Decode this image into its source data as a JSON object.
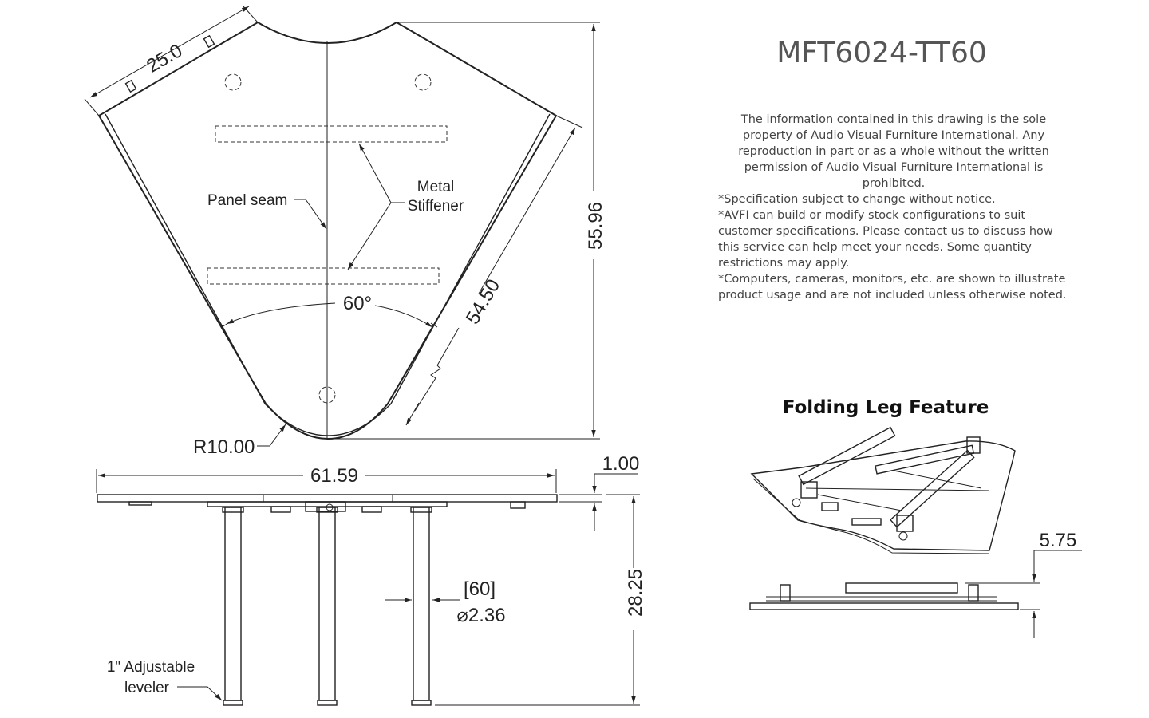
{
  "title": "MFT6024-TT60",
  "notes": {
    "property": "The information contained in this drawing is the sole property of Audio Visual Furniture International. Any reproduction in part or as a whole without the written permission of Audio Visual Furniture International is prohibited.",
    "spec": "*Specification subject to change without notice.",
    "custom": "*AVFI can build or modify stock configurations to suit customer specifications. Please contact us to discuss how this service can help meet your needs. Some quantity restrictions may apply.",
    "usage": "*Computers, cameras, monitors, etc. are shown to illustrate product usage and are not included unless otherwise noted."
  },
  "top_view": {
    "dim_top_edge": "25.0",
    "dim_height": "55.96",
    "dim_side": "54.50",
    "angle": "60°",
    "radius": "R10.00",
    "panel_seam_label": "Panel seam",
    "stiffener_label_line1": "Metal",
    "stiffener_label_line2": "Stiffener"
  },
  "front_view": {
    "dim_width": "61.59",
    "dim_top_thickness": "1.00",
    "dim_height": "28.25",
    "leg_bracket": "[60]",
    "leg_diameter": "⌀2.36",
    "leveler_line1": "1\" Adjustable",
    "leveler_line2": "leveler"
  },
  "folding": {
    "title": "Folding Leg Feature",
    "dim_folded_height": "5.75"
  }
}
